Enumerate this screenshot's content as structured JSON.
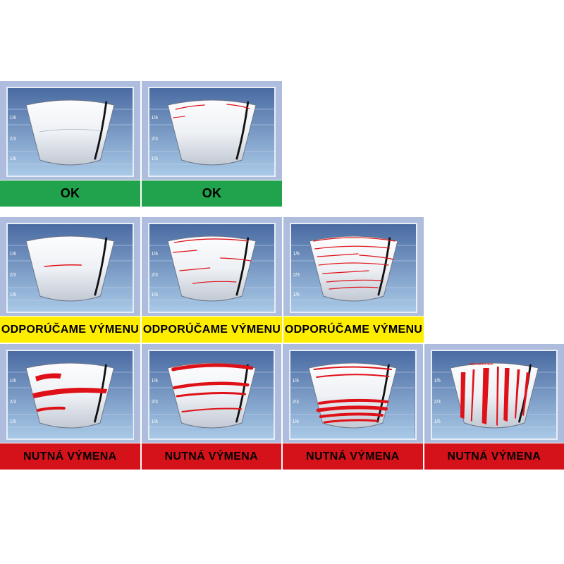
{
  "labels": {
    "ok": "OK",
    "recommend": "ODPORÚČAME VÝMENU",
    "replace": "NUTNÁ VÝMENA"
  },
  "zone_labels": {
    "top": "1/6",
    "middle": "2/3",
    "bottom": "1/6"
  },
  "watermark": "ratierratierratier",
  "colors": {
    "status_ok": "#21a24c",
    "status_recommend": "#ffed00",
    "status_replace": "#d5121a",
    "cell_background": "#aebdde",
    "screen_top": "#4a6ba2",
    "screen_bottom": "#a9c9e7",
    "streak_red": "#df1118"
  },
  "cells": [
    {
      "pattern": "clean",
      "status": "ok"
    },
    {
      "pattern": "light-top-streaks",
      "status": "ok"
    },
    {
      "pattern": "single-thin-streak",
      "status": "recommend"
    },
    {
      "pattern": "several-thin-streaks",
      "status": "recommend"
    },
    {
      "pattern": "many-thin-streaks",
      "status": "recommend"
    },
    {
      "pattern": "thick-smears",
      "status": "replace"
    },
    {
      "pattern": "heavy-wide-streaks",
      "status": "replace"
    },
    {
      "pattern": "dense-bottom-streaks",
      "status": "replace"
    },
    {
      "pattern": "vertical-smears",
      "status": "replace"
    }
  ]
}
